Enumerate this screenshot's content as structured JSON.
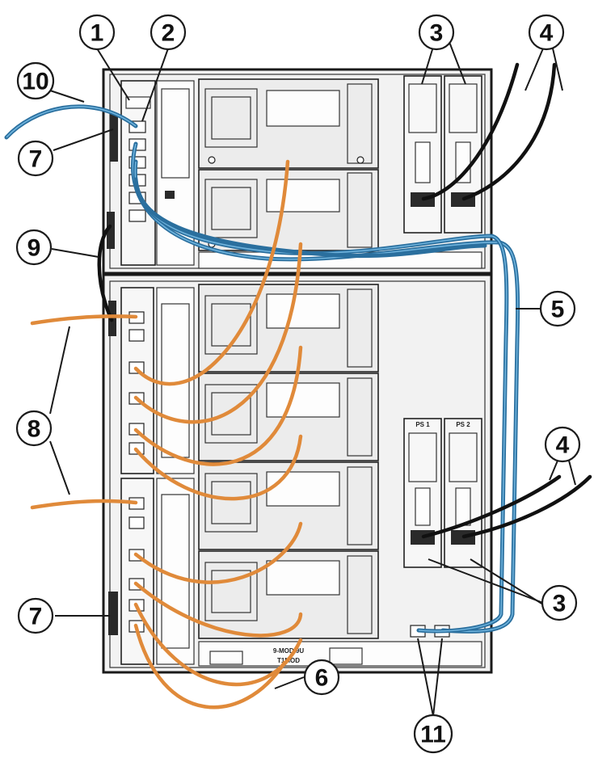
{
  "callouts": [
    {
      "id": "c1",
      "label": "1"
    },
    {
      "id": "c2",
      "label": "2"
    },
    {
      "id": "c3a",
      "label": "3"
    },
    {
      "id": "c4a",
      "label": "4"
    },
    {
      "id": "c10",
      "label": "10"
    },
    {
      "id": "c7a",
      "label": "7"
    },
    {
      "id": "c9",
      "label": "9"
    },
    {
      "id": "c5",
      "label": "5"
    },
    {
      "id": "c8",
      "label": "8"
    },
    {
      "id": "c4b",
      "label": "4"
    },
    {
      "id": "c7b",
      "label": "7"
    },
    {
      "id": "c3b",
      "label": "3"
    },
    {
      "id": "c6",
      "label": "6"
    },
    {
      "id": "c11",
      "label": "11"
    }
  ],
  "psu_labels": [
    "PS 1",
    "PS 2"
  ],
  "bottom_labels": [
    "9-MOD 9U",
    "T1MOD"
  ],
  "colors": {
    "chassis": "#f2f2f2",
    "ethernet_cable": "#2a6f9e",
    "fibre_cable": "#e08a3a",
    "power_cable": "#111111"
  }
}
